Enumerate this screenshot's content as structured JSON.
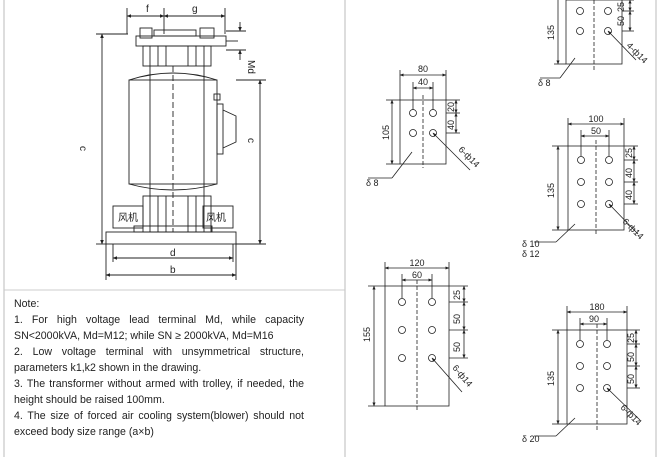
{
  "transformer": {
    "dims": {
      "f": "f",
      "g": "g",
      "md": "Md",
      "c_left": "c",
      "c_right": "c",
      "d": "d",
      "b": "b"
    },
    "fan_labels": [
      "风机",
      "风机"
    ]
  },
  "notes": {
    "heading": "Note:",
    "lines": [
      "1. For high voltage lead terminal Md, while capacity",
      "SN<2000kVA, Md=M12; while SN ≥ 2000kVA, Md=M16",
      "2. Low voltage terminal with unsymmetrical structure,",
      "parameters k1,k2 shown in the drawing.",
      "3. The transformer without armed with trolley, if needed, the",
      "height should be raised 100mm.",
      "4. The size of forced air cooling system(blower) should not",
      "exceed body size range (a×b)"
    ]
  },
  "terminals": {
    "top_partial": {
      "d1": "25",
      "d2": "50",
      "height": "135",
      "holes": "4-ф14",
      "thickness": "δ 8"
    },
    "t80": {
      "width": "80",
      "pitch": "40",
      "d1": "20",
      "d2": "40",
      "height": "105",
      "holes": "6-ф14",
      "thickness": "δ 8"
    },
    "t100": {
      "width": "100",
      "pitch": "50",
      "d1": "25",
      "d2": "40",
      "d3": "40",
      "height": "135",
      "holes": "6-ф14",
      "thickness1": "δ 10",
      "thickness2": "δ 12"
    },
    "t120": {
      "width": "120",
      "pitch": "60",
      "d1": "25",
      "d2": "50",
      "d3": "50",
      "height": "155",
      "holes": "6-ф14"
    },
    "t180": {
      "width": "180",
      "pitch": "90",
      "d1": "25",
      "d2": "50",
      "d3": "50",
      "height": "135",
      "holes": "6-ф14",
      "thickness": "δ 20"
    }
  }
}
